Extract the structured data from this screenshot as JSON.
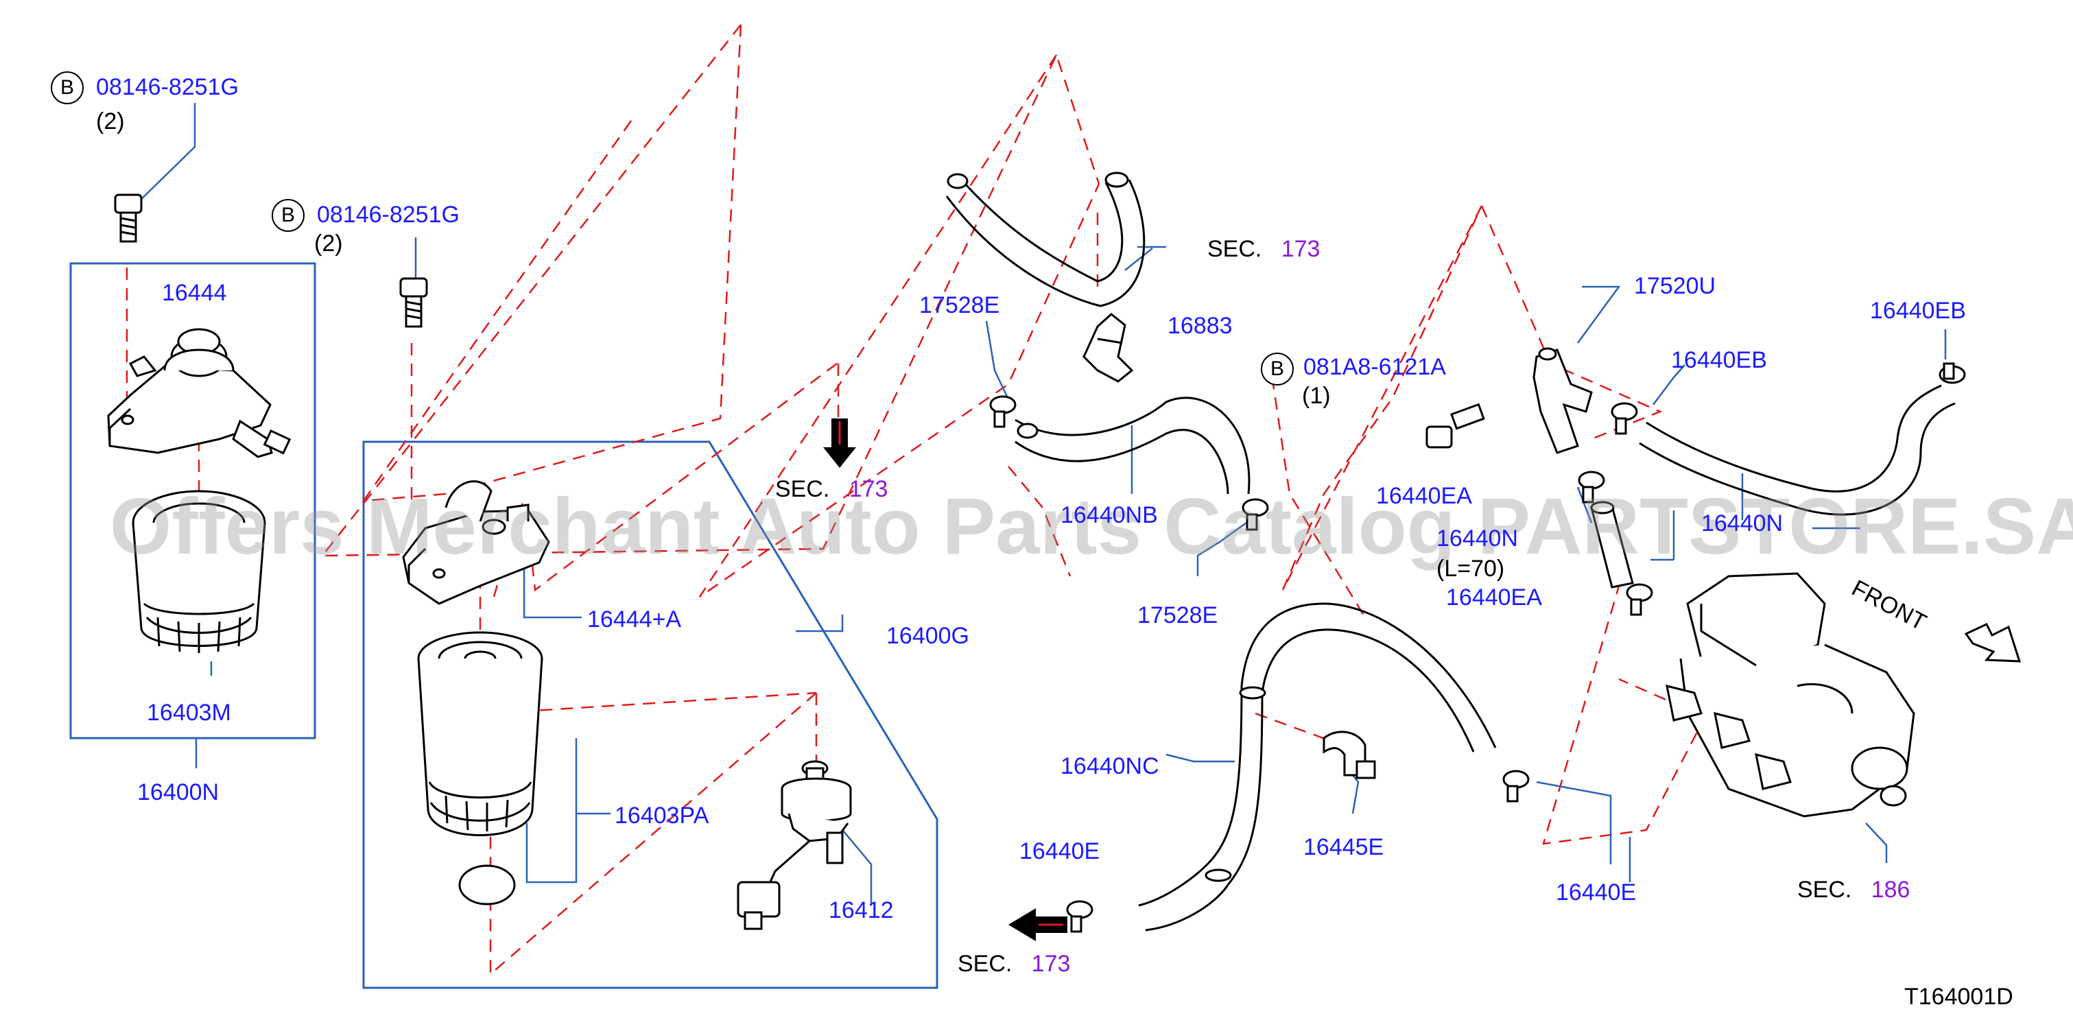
{
  "watermark": "Offers Merchant Auto Parts Catalog PARTSTORE.SA",
  "diagram_code": "T164001D",
  "front_label": "FRONT",
  "labels": {
    "b1_part": "08146-8251G",
    "b1_qty": "(2)",
    "b1_letter": "B",
    "b2_part": "08146-8251G",
    "b2_qty": "(2)",
    "b2_letter": "B",
    "b3_part": "081A8-6121A",
    "b3_qty": "(1)",
    "b3_letter": "B",
    "p16444": "16444",
    "p16403M": "16403M",
    "p16400N": "16400N",
    "p16444A": "16444+A",
    "p16400G": "16400G",
    "p16403PA": "16403PA",
    "p16412": "16412",
    "p17528E_top": "17528E",
    "p16883": "16883",
    "p16440NB": "16440NB",
    "p17528E_bottom": "17528E",
    "p17520U": "17520U",
    "p16440EB_mid": "16440EB",
    "p16440EB_right": "16440EB",
    "p16440EA_top": "16440EA",
    "p16440N_mid": "16440N",
    "p16440N_right": "16440N",
    "len70": "(L=70)",
    "p16440EA_bottom": "16440EA",
    "p16440NC": "16440NC",
    "p16445E": "16445E",
    "p16440E_left": "16440E",
    "p16440E_right": "16440E",
    "sec_word": "SEC.",
    "sec173_a": "173",
    "sec173_b": "173",
    "sec173_c": "173",
    "sec186": "186"
  },
  "colors": {
    "part_number": "#1a1aff",
    "section_ref": "#8a1ad6",
    "leader_line": "#2a62b8",
    "dashed_line": "#e01a1a",
    "outline": "#000000"
  }
}
